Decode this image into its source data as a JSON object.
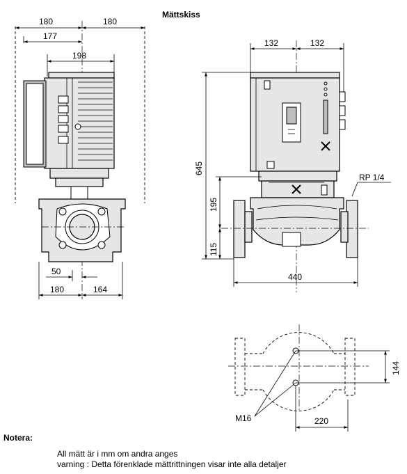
{
  "title": "Mättskiss",
  "dimensions": {
    "side_view": {
      "top_left": "180",
      "top_right": "180",
      "offset": "177",
      "motor_width": "198",
      "bottom_small": "50",
      "bottom_left": "180",
      "bottom_right": "164"
    },
    "front_view": {
      "top_left": "132",
      "top_right": "132",
      "total_height": "645",
      "upper_height": "195",
      "lower_height": "115",
      "length": "440",
      "port": "RP 1/4"
    },
    "flange_view": {
      "bolt_spacing": "144",
      "offset": "220",
      "bolt": "M16"
    }
  },
  "notes": {
    "heading": "Notera:",
    "line1": "All mätt är i mm om andra anges",
    "line2": "varning : Detta förenklade mättrittningen visar inte alla detaljer"
  }
}
